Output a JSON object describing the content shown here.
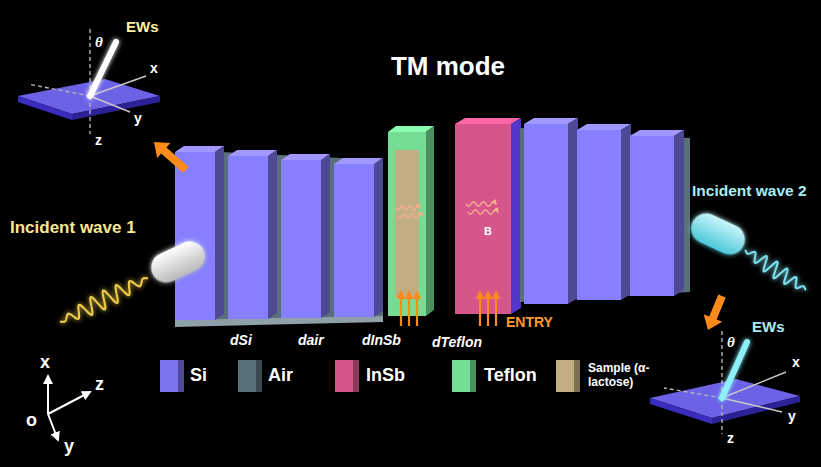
{
  "diagram": {
    "title": "TM mode",
    "labels": [
      "Incident wave 1",
      "Incident wave 2",
      "EWs",
      "θ",
      "x",
      "y",
      "z",
      "EWs",
      "θ",
      "x",
      "y",
      "z",
      "dSi",
      "dair",
      "dInSb",
      "dTeflon",
      "ENTRY",
      "B",
      "x",
      "z",
      "o",
      "y"
    ],
    "legend": [
      {
        "text": "Si",
        "color": "#7b74ec"
      },
      {
        "text": "Air",
        "color": "#5a7079"
      },
      {
        "text": "InSb",
        "color": "#d6558a"
      },
      {
        "text": "Teflon",
        "color": "#74dd93"
      },
      {
        "text": "Sample (α-lactose)",
        "color": "#c3ad82"
      }
    ]
  }
}
